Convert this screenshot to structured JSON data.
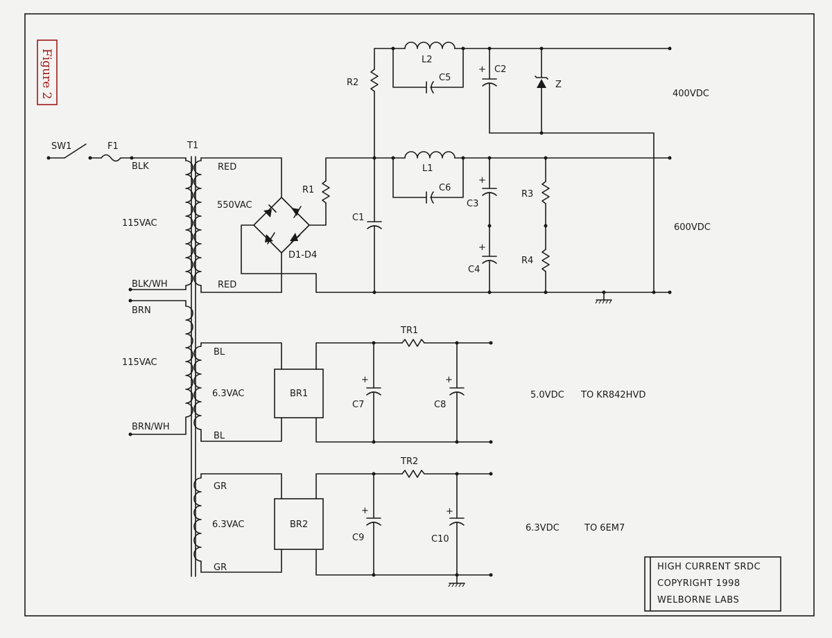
{
  "figure_label": "Figure 2",
  "title_block": {
    "line1": "HIGH CURRENT SRDC",
    "line2": "COPYRIGHT 1998",
    "line3": "WELBORNE LABS"
  },
  "components": {
    "sw1": "SW1",
    "f1": "F1",
    "t1": "T1",
    "r1": "R1",
    "r2": "R2",
    "r3": "R3",
    "r4": "R4",
    "l1": "L1",
    "l2": "L2",
    "c1": "C1",
    "c2": "C2",
    "c3": "C3",
    "c4": "C4",
    "c5": "C5",
    "c6": "C6",
    "c7": "C7",
    "c8": "C8",
    "c9": "C9",
    "c10": "C10",
    "z": "Z",
    "d1d4": "D1-D4",
    "br1": "BR1",
    "br2": "BR2",
    "tr1": "TR1",
    "tr2": "TR2"
  },
  "wire_labels": {
    "blk": "BLK",
    "blk_wh": "BLK/WH",
    "brn": "BRN",
    "brn_wh": "BRN/WH",
    "red_top": "RED",
    "red_bottom": "RED",
    "bl_top": "BL",
    "bl_bottom": "BL",
    "gr_top": "GR",
    "gr_bottom": "GR"
  },
  "voltages": {
    "primary1": "115VAC",
    "primary2": "115VAC",
    "hv_secondary": "550VAC",
    "fil1_secondary": "6.3VAC",
    "fil2_secondary": "6.3VAC",
    "out_400": "400VDC",
    "out_600": "600VDC",
    "out_5v": "5.0VDC",
    "out_5v_dest": "TO KR842HVD",
    "out_6v": "6.3VDC",
    "out_6v_dest": "TO 6EM7"
  },
  "polarity": {
    "c2": "+",
    "c3": "+",
    "c4": "+",
    "c7": "+",
    "c8": "+",
    "c9": "+",
    "c10": "+"
  }
}
